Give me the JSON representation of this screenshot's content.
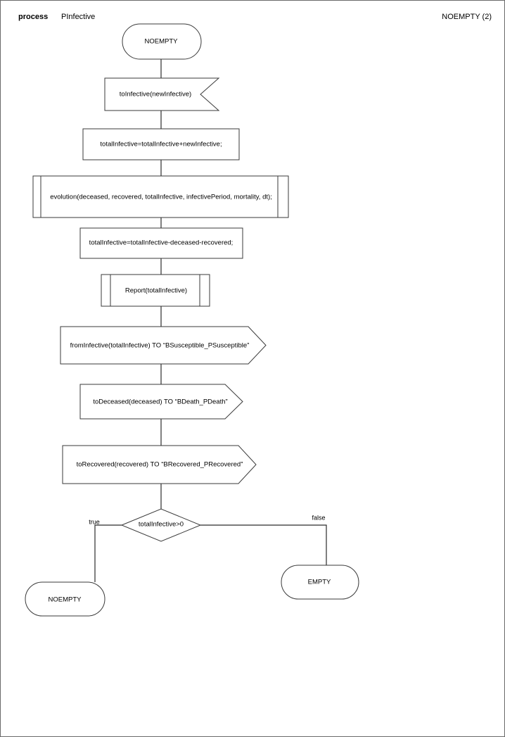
{
  "header": {
    "kind_label": "process",
    "process_name": "PInfective",
    "right_label": "NOEMPTY (2)"
  },
  "colors": {
    "page_background": "#ffffff",
    "page_border": "#6a6a6a",
    "shape_stroke": "#3a3a3a",
    "connector_stroke": "#2b2b2b",
    "text": "#000000"
  },
  "flowchart": {
    "type": "flowchart",
    "orientation": "top-to-bottom",
    "nodes": [
      {
        "id": "start",
        "shape": "terminator",
        "label": "NOEMPTY"
      },
      {
        "id": "receive",
        "shape": "receive-signal",
        "label": "toInfective(newInfective)"
      },
      {
        "id": "assign1",
        "shape": "process",
        "label": "totalInfective=totalInfective+newInfective;"
      },
      {
        "id": "evolution",
        "shape": "predefined-process",
        "label": "evolution(deceased, recovered, totalInfective, infectivePeriod, mortality, dt);"
      },
      {
        "id": "assign2",
        "shape": "process",
        "label": "totalInfective=totalInfective-deceased-recovered;"
      },
      {
        "id": "report",
        "shape": "predefined-process",
        "label": "Report(totalInfective)"
      },
      {
        "id": "send1",
        "shape": "send-signal",
        "label": "fromInfective(totalInfective) TO “BSusceptible_PSusceptible”"
      },
      {
        "id": "send2",
        "shape": "send-signal",
        "label": "toDeceased(deceased) TO “BDeath_PDeath”"
      },
      {
        "id": "send3",
        "shape": "send-signal",
        "label": "toRecovered(recovered) TO “BRecovered_PRecovered”"
      },
      {
        "id": "decision",
        "shape": "decision",
        "label": "totalInfective>0"
      },
      {
        "id": "end-noempty",
        "shape": "terminator",
        "label": "NOEMPTY"
      },
      {
        "id": "end-empty",
        "shape": "terminator",
        "label": "EMPTY"
      }
    ],
    "edges": [
      {
        "from": "start",
        "to": "receive",
        "label": ""
      },
      {
        "from": "receive",
        "to": "assign1",
        "label": ""
      },
      {
        "from": "assign1",
        "to": "evolution",
        "label": ""
      },
      {
        "from": "evolution",
        "to": "assign2",
        "label": ""
      },
      {
        "from": "assign2",
        "to": "report",
        "label": ""
      },
      {
        "from": "report",
        "to": "send1",
        "label": ""
      },
      {
        "from": "send1",
        "to": "send2",
        "label": ""
      },
      {
        "from": "send2",
        "to": "send3",
        "label": ""
      },
      {
        "from": "send3",
        "to": "decision",
        "label": ""
      },
      {
        "from": "decision",
        "to": "end-noempty",
        "label": "true"
      },
      {
        "from": "decision",
        "to": "end-empty",
        "label": "false"
      }
    ],
    "branch_labels": {
      "true": "true",
      "false": "false"
    }
  }
}
